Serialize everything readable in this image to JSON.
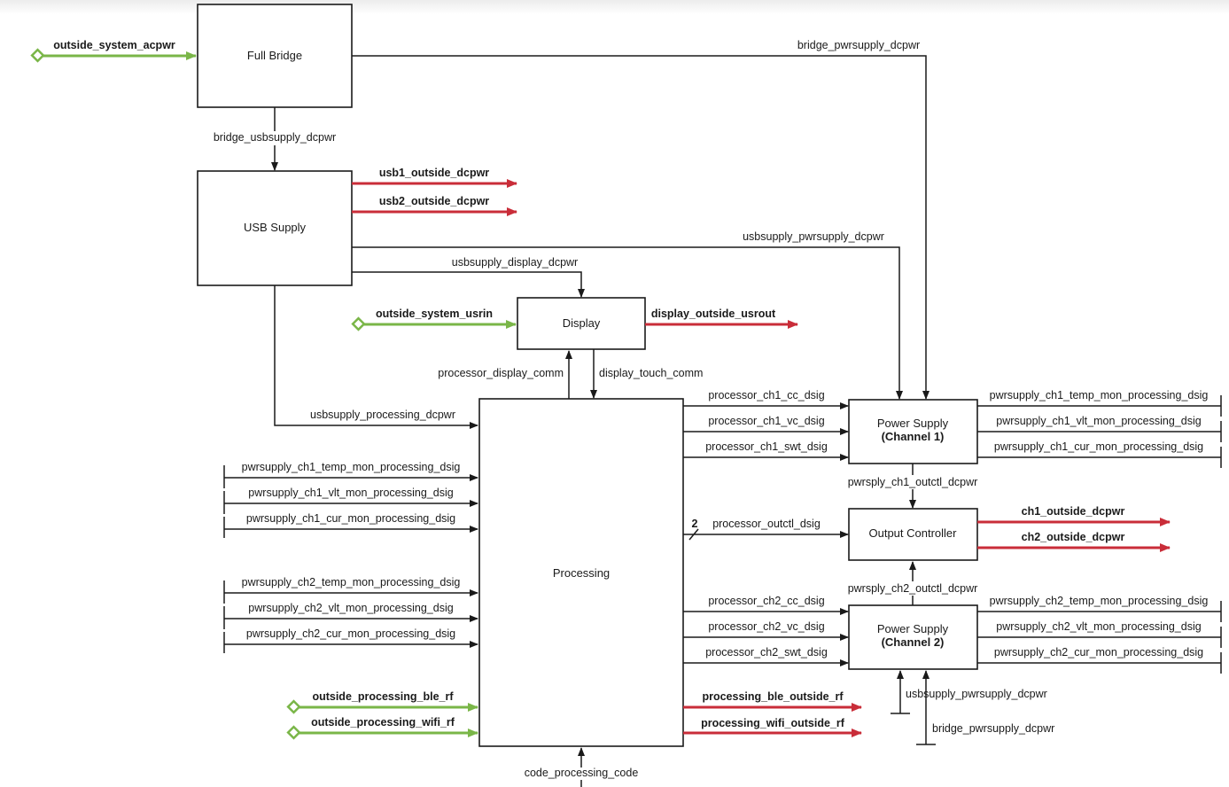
{
  "colors": {
    "input": "#7ab648",
    "output": "#c92d39",
    "line": "#1a1a1a"
  },
  "blocks": {
    "full_bridge": "Full Bridge",
    "usb_supply": "USB Supply",
    "display": "Display",
    "processing": "Processing",
    "ps1": {
      "line1": "Power Supply",
      "line2": "(Channel 1)"
    },
    "output_controller": "Output Controller",
    "ps2": {
      "line1": "Power Supply",
      "line2": "(Channel 2)"
    }
  },
  "interfaces": {
    "outside_system_acpwr": "outside_system_acpwr",
    "bridge_pwrsupply_dcpwr": "bridge_pwrsupply_dcpwr",
    "bridge_usbsupply_dcpwr": "bridge_usbsupply_dcpwr",
    "usb1_outside_dcpwr": "usb1_outside_dcpwr",
    "usb2_outside_dcpwr": "usb2_outside_dcpwr",
    "usbsupply_pwrsupply_dcpwr": "usbsupply_pwrsupply_dcpwr",
    "usbsupply_display_dcpwr": "usbsupply_display_dcpwr",
    "outside_system_usrin": "outside_system_usrin",
    "display_outside_usrout": "display_outside_usrout",
    "processor_display_comm": "processor_display_comm",
    "display_touch_comm": "display_touch_comm",
    "usbsupply_processing_dcpwr": "usbsupply_processing_dcpwr",
    "processor_ch1_cc_dsig": "processor_ch1_cc_dsig",
    "processor_ch1_vc_dsig": "processor_ch1_vc_dsig",
    "processor_ch1_swt_dsig": "processor_ch1_swt_dsig",
    "pwrsupply_ch1_temp_mon_processing_dsig": "pwrsupply_ch1_temp_mon_processing_dsig",
    "pwrsupply_ch1_vlt_mon_processing_dsig": "pwrsupply_ch1_vlt_mon_processing_dsig",
    "pwrsupply_ch1_cur_mon_processing_dsig": "pwrsupply_ch1_cur_mon_processing_dsig",
    "pwrsply_ch1_outctl_dcpwr": "pwrsply_ch1_outctl_dcpwr",
    "outctl_bus_width": "2",
    "processor_outctl_dsig": "processor_outctl_dsig",
    "ch1_outside_dcpwr": "ch1_outside_dcpwr",
    "ch2_outside_dcpwr": "ch2_outside_dcpwr",
    "pwrsply_ch2_outctl_dcpwr": "pwrsply_ch2_outctl_dcpwr",
    "pwrsupply_ch2_temp_mon_processing_dsig": "pwrsupply_ch2_temp_mon_processing_dsig",
    "pwrsupply_ch2_vlt_mon_processing_dsig": "pwrsupply_ch2_vlt_mon_processing_dsig",
    "pwrsupply_ch2_cur_mon_processing_dsig": "pwrsupply_ch2_cur_mon_processing_dsig",
    "processor_ch2_cc_dsig": "processor_ch2_cc_dsig",
    "processor_ch2_vc_dsig": "processor_ch2_vc_dsig",
    "processor_ch2_swt_dsig": "processor_ch2_swt_dsig",
    "outside_processing_ble_rf": "outside_processing_ble_rf",
    "outside_processing_wifi_rf": "outside_processing_wifi_rf",
    "processing_ble_outside_rf": "processing_ble_outside_rf",
    "processing_wifi_outside_rf": "processing_wifi_outside_rf",
    "code_processing_code": "code_processing_code"
  }
}
